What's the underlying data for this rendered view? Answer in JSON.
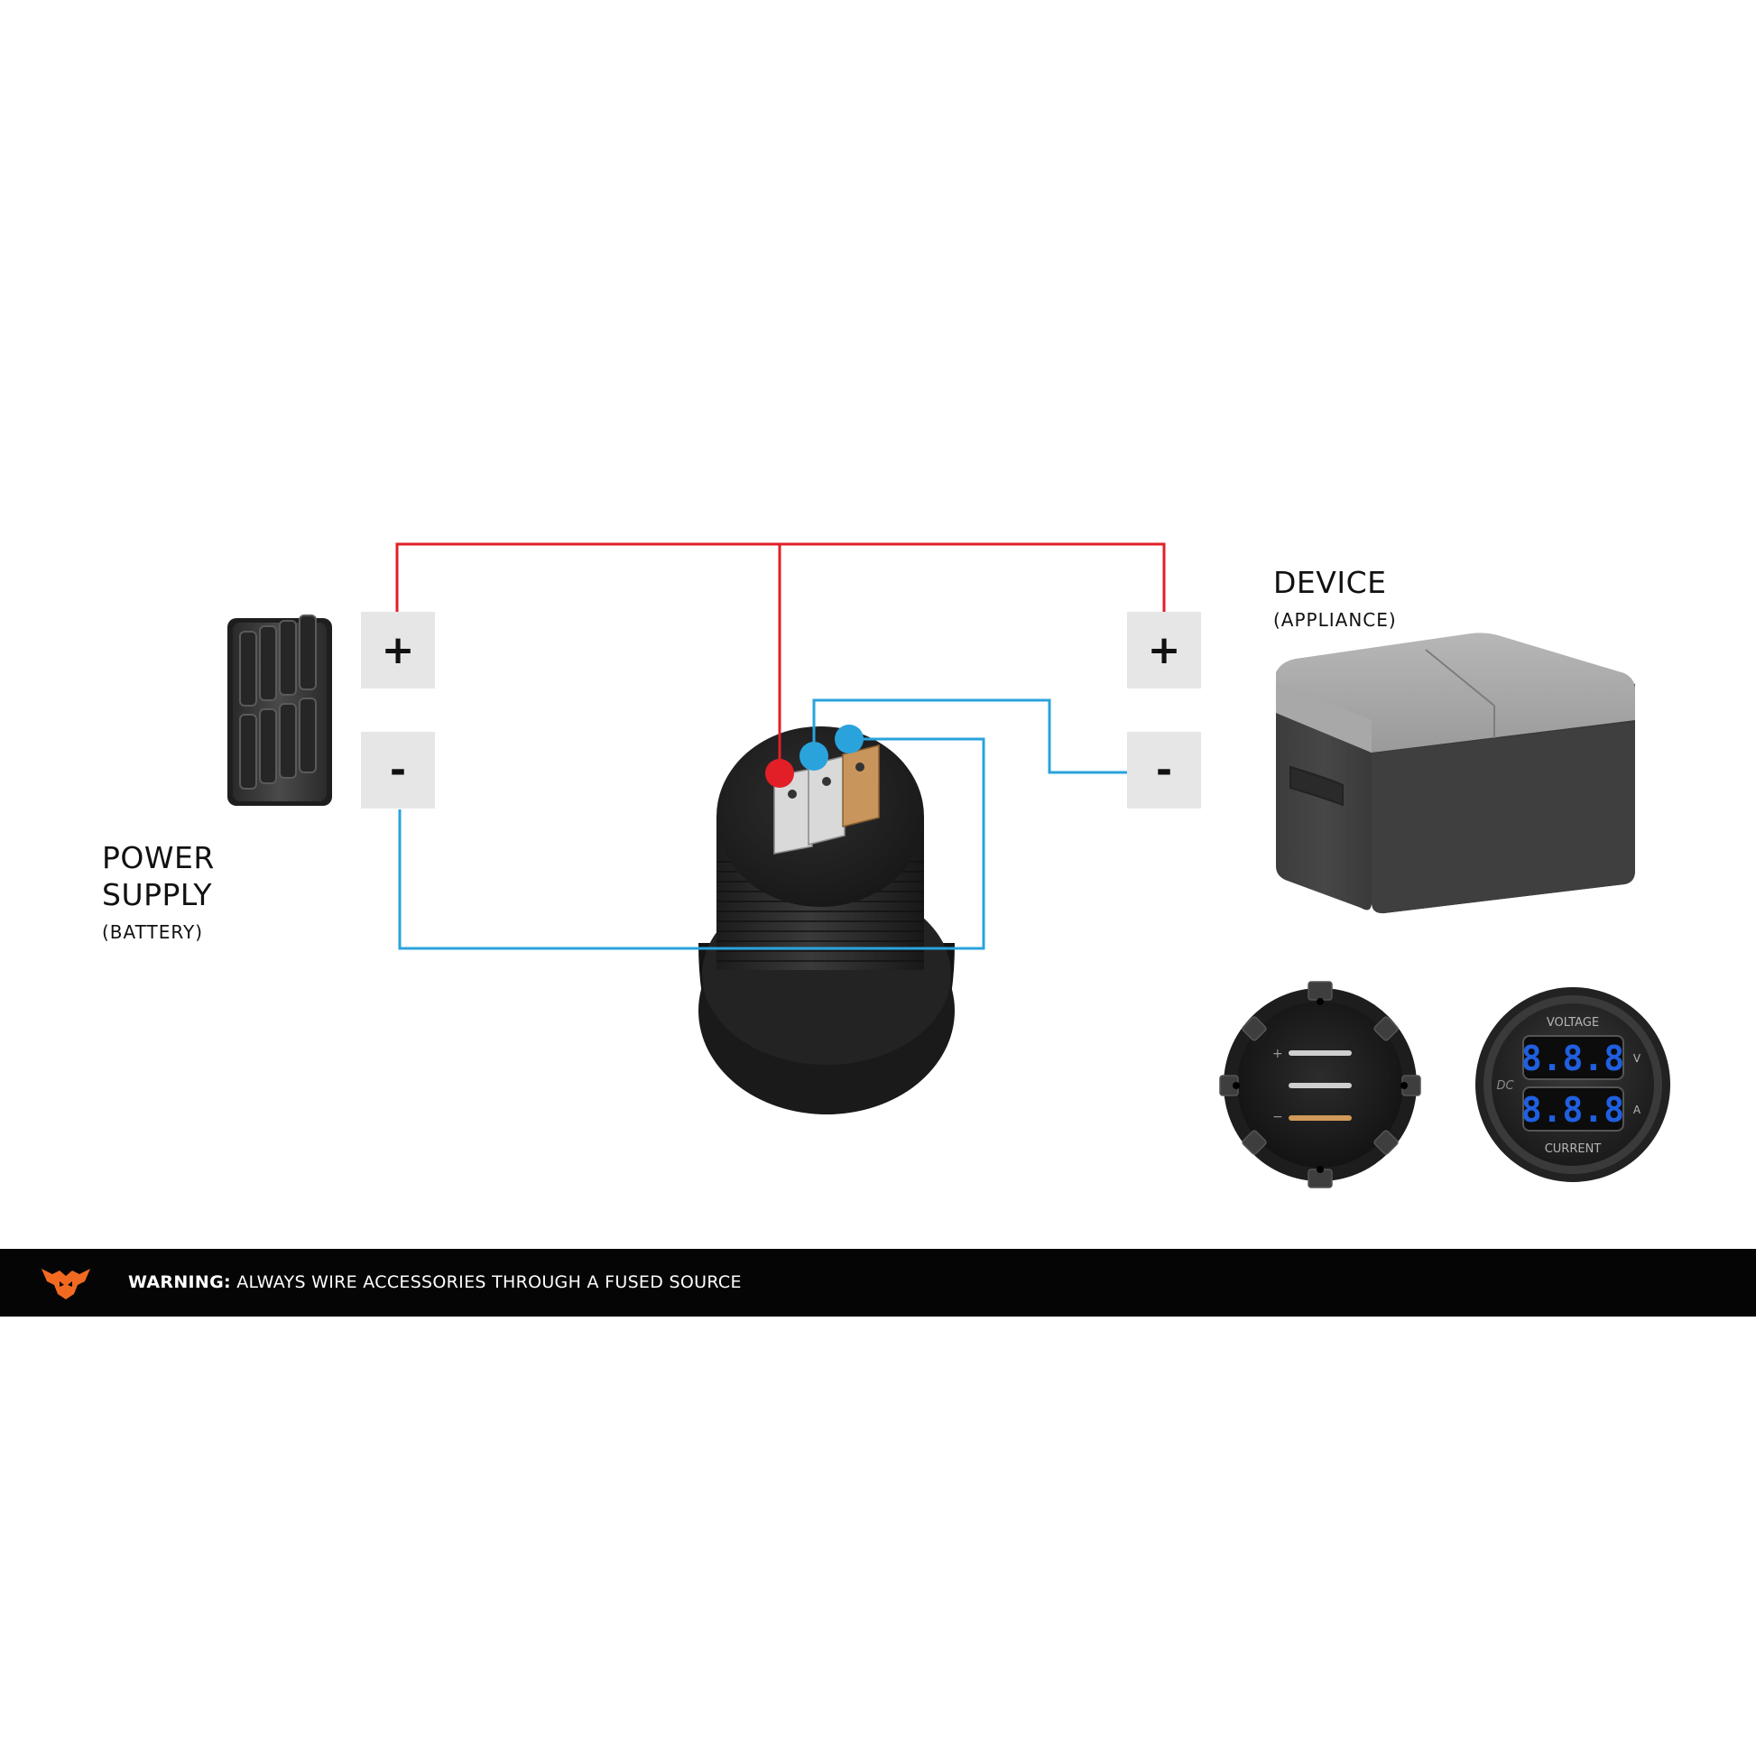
{
  "power_supply": {
    "title_line1": "POWER",
    "title_line2": "SUPPLY",
    "subtitle": "(BATTERY)"
  },
  "device": {
    "title": "DEVICE",
    "subtitle": "(APPLIANCE)"
  },
  "terminals": {
    "plus": "+",
    "minus": "-"
  },
  "meter": {
    "voltage_label": "VOLTAGE",
    "current_label": "CURRENT",
    "dc_label": "DC",
    "volt_unit": "V",
    "amp_unit": "A",
    "voltage_display": "8.8.8",
    "current_display": "8.8.8",
    "back_plus": "+",
    "back_minus": "−"
  },
  "warning": {
    "label": "WARNING:",
    "text": " ALWAYS WIRE ACCESSORIES THROUGH A FUSED SOURCE"
  },
  "colors": {
    "positive_wire": "#e21f26",
    "negative_wire": "#2aa3dc",
    "display_digits": "#1f5fe0",
    "logo": "#f26a21",
    "terminal_bg": "#e6e6e6"
  }
}
